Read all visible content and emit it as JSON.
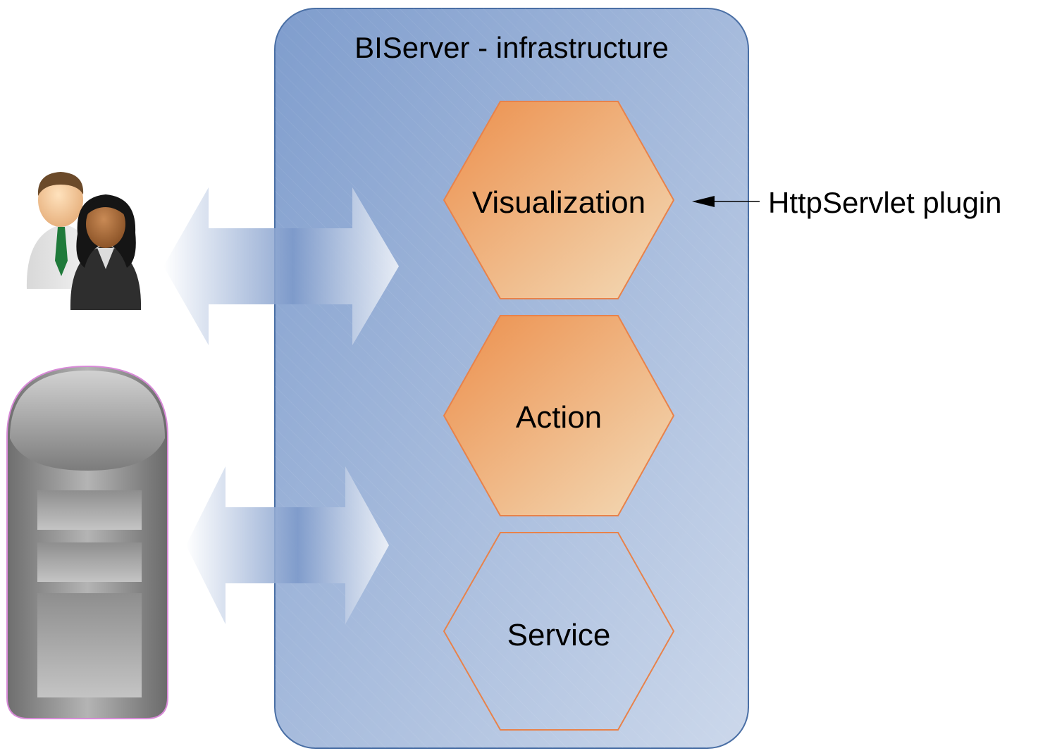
{
  "container": {
    "title": "BIServer - infrastructure",
    "fill_top": "#7f9dcd",
    "fill_bottom": "#c9d5ea",
    "border": "#4a6fa5"
  },
  "layers": [
    {
      "label": "Visualization",
      "filled": true
    },
    {
      "label": "Action",
      "filled": true
    },
    {
      "label": "Service",
      "filled": false
    }
  ],
  "annotation": {
    "label": "HttpServlet plugin"
  },
  "actors": [
    {
      "name": "users-icon"
    },
    {
      "name": "server-tower-icon"
    }
  ],
  "colors": {
    "hex_fill_dark": "#ec8f4c",
    "hex_fill_light": "#f2d5b0",
    "hex_stroke": "#e8824a",
    "arrow": "#7b98c9"
  }
}
